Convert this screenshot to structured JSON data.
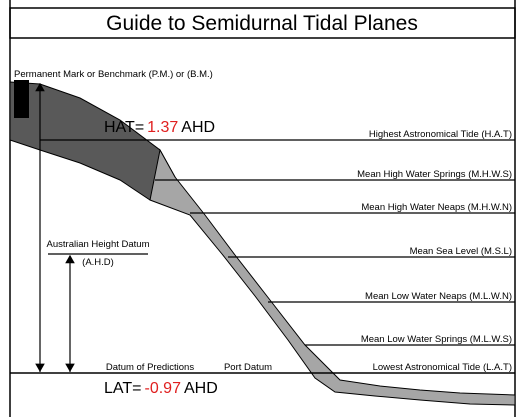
{
  "title": "Guide to Semidurnal Tidal Planes",
  "benchmark_label": "Permanent Mark or Benchmark (P.M.) or (B.M.)",
  "hat": {
    "prefix": "HAT=",
    "value": "1.37",
    "suffix": "AHD"
  },
  "lat": {
    "prefix": "LAT=",
    "value": "-0.97",
    "suffix": "AHD"
  },
  "ahd": {
    "line1": "Australian Height Datum",
    "line2": "(A.H.D)"
  },
  "bottom_labels": {
    "datum_of_predictions": "Datum of Predictions",
    "port_datum": "Port Datum"
  },
  "tidal_planes": [
    {
      "label": "Highest Astronomical Tide (H.A.T)"
    },
    {
      "label": "Mean High Water Springs (M.H.W.S)"
    },
    {
      "label": "Mean High Water Neaps (M.H.W.N)"
    },
    {
      "label": "Mean Sea Level (M.S.L)"
    },
    {
      "label": "Mean Low Water Neaps (M.L.W.N)"
    },
    {
      "label": "Mean Low Water Springs (M.L.W.S)"
    },
    {
      "label": "Lowest Astronomical Tide (L.A.T)"
    }
  ],
  "colors": {
    "dark_band": "#595959",
    "light_band": "#a6a6a6",
    "value_red": "#e02020"
  }
}
